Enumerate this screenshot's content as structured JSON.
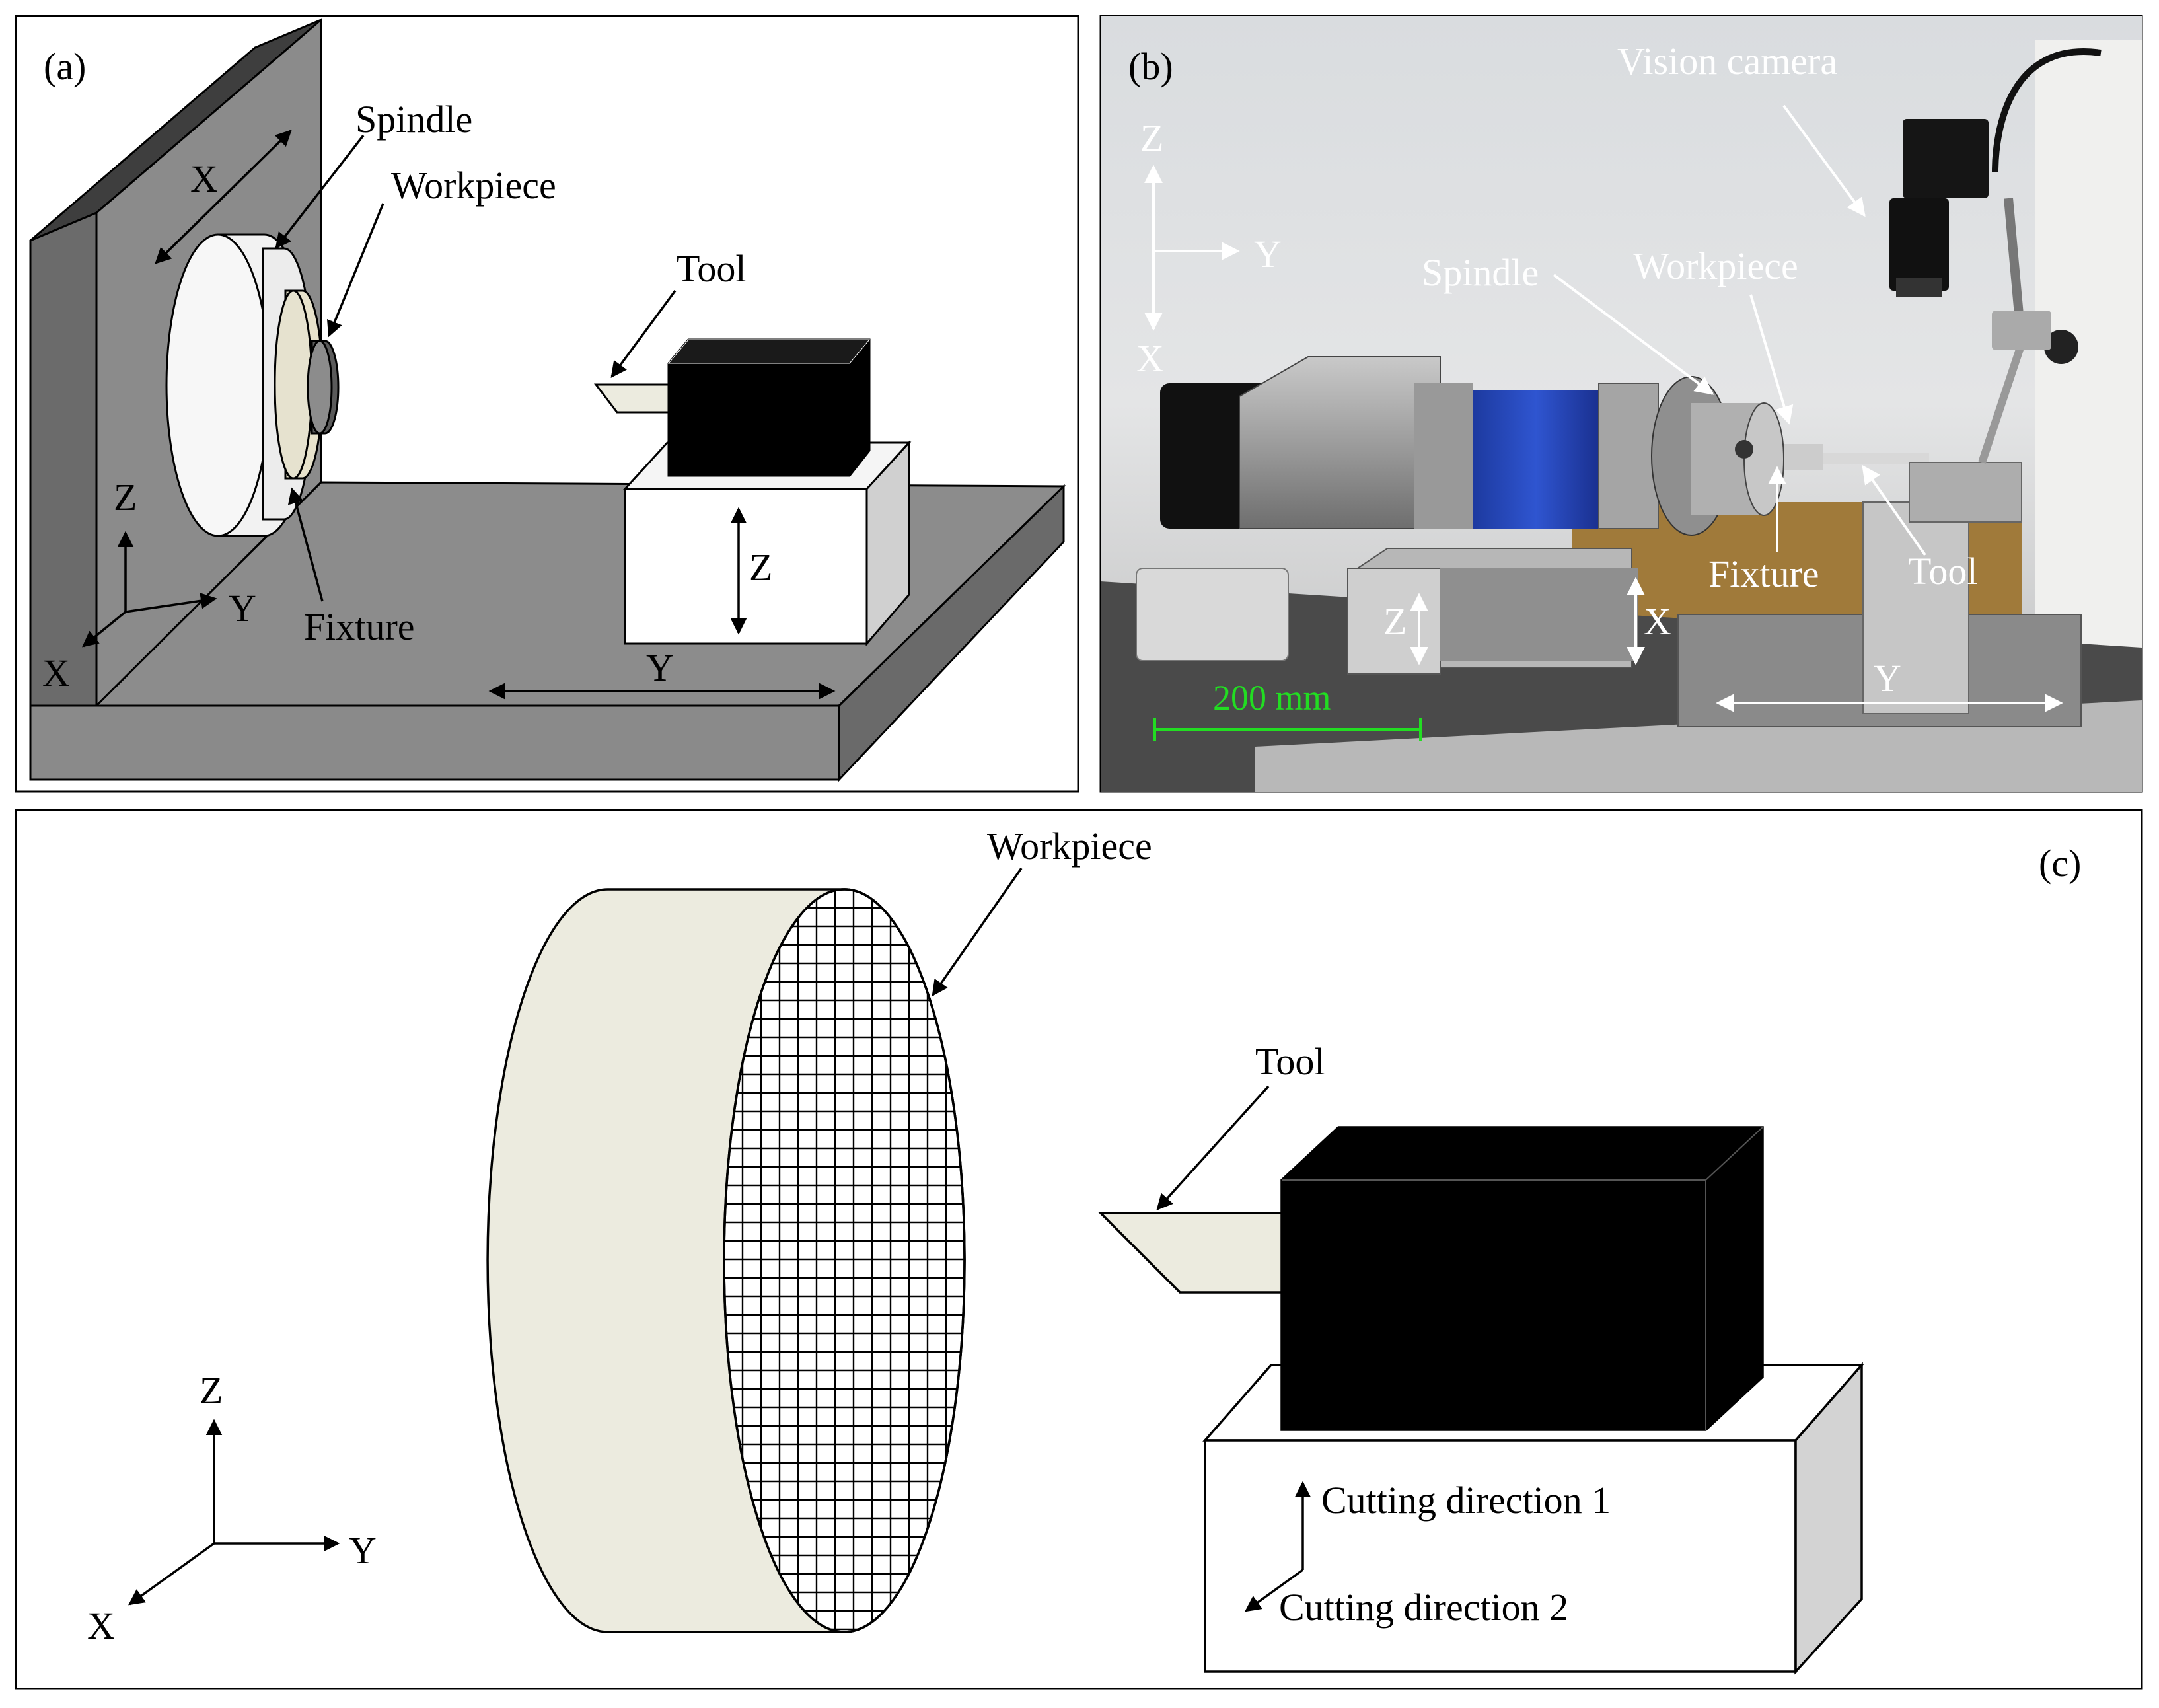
{
  "panels": {
    "a": {
      "tag": "(a)",
      "labels": {
        "spindle": "Spindle",
        "workpiece": "Workpiece",
        "tool": "Tool",
        "fixture": "Fixture",
        "axis_x_top": "X",
        "axis_z_stage": "Z",
        "axis_y_rail": "Y",
        "coord_z": "Z",
        "coord_y": "Y",
        "coord_x": "X"
      }
    },
    "b": {
      "tag": "(b)",
      "labels": {
        "vision_camera": "Vision camera",
        "spindle": "Spindle",
        "workpiece": "Workpiece",
        "fixture": "Fixture",
        "tool": "Tool",
        "coord_z": "Z",
        "coord_y": "Y",
        "coord_x": "X",
        "stage_z": "Z",
        "stage_x": "X",
        "rail_y": "Y",
        "scale_bar": "200 mm"
      }
    },
    "c": {
      "tag": "(c)",
      "labels": {
        "workpiece": "Workpiece",
        "tool": "Tool",
        "coord_z": "Z",
        "coord_y": "Y",
        "coord_x": "X",
        "cut_dir_1": "Cutting direction 1",
        "cut_dir_2": "Cutting direction 2"
      }
    }
  },
  "colors": {
    "wall_dark": "#555555",
    "wall_mid": "#8a8a8a",
    "base_top": "#8c8c8c",
    "spindle_white": "#f4f4f4",
    "workpiece_cream": "#ecebdf",
    "fixture_cream": "#e6e2cf",
    "tool_black": "#000000",
    "scale_green": "#22dd22"
  }
}
